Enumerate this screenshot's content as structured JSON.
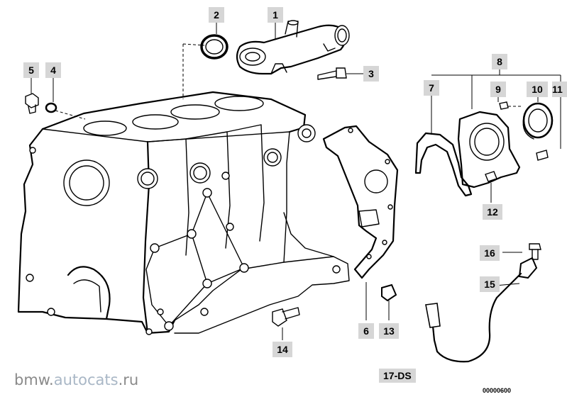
{
  "diagram": {
    "callouts": [
      {
        "id": "callout-1",
        "label": "1"
      },
      {
        "id": "callout-2",
        "label": "2"
      },
      {
        "id": "callout-3",
        "label": "3"
      },
      {
        "id": "callout-4",
        "label": "4"
      },
      {
        "id": "callout-5",
        "label": "5"
      },
      {
        "id": "callout-6",
        "label": "6"
      },
      {
        "id": "callout-7",
        "label": "7"
      },
      {
        "id": "callout-8",
        "label": "8"
      },
      {
        "id": "callout-9",
        "label": "9"
      },
      {
        "id": "callout-10",
        "label": "10"
      },
      {
        "id": "callout-11",
        "label": "11"
      },
      {
        "id": "callout-12",
        "label": "12"
      },
      {
        "id": "callout-13",
        "label": "13"
      },
      {
        "id": "callout-14",
        "label": "14"
      },
      {
        "id": "callout-15",
        "label": "15"
      },
      {
        "id": "callout-16",
        "label": "16"
      }
    ],
    "diagram_code": "17-DS",
    "reference_number": "00000600"
  },
  "watermark": {
    "prefix": "bmw.",
    "site": "autocats",
    "suffix": ".ru"
  },
  "colors": {
    "callout_background": "#d6d6d6",
    "watermark_grey": "#8a8a8a",
    "watermark_accent": "#a9b7c6",
    "line": "#000000"
  }
}
